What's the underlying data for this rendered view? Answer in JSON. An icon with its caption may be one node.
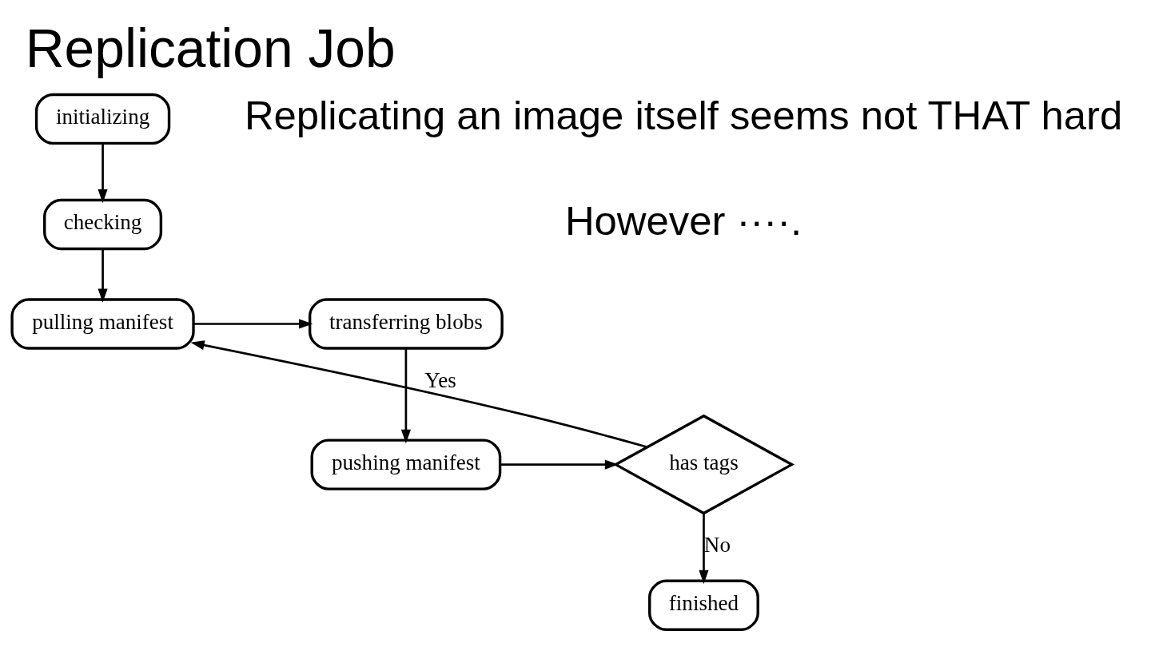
{
  "diagram": {
    "title": "Replication Job",
    "nodes": [
      {
        "text": [
          "initializing"
        ]
      },
      {
        "text": [
          "checking"
        ]
      },
      {
        "text": [
          "pulling manifest"
        ]
      },
      {
        "text": [
          "transferring blobs"
        ]
      },
      {
        "text": [
          "pushing manifest"
        ]
      },
      {
        "text": [
          "has tags"
        ]
      },
      {
        "text": [
          "finished"
        ]
      }
    ],
    "edges": [
      {
        "from": 0,
        "to": 1,
        "arrow": "to"
      },
      {
        "from": 1,
        "to": 2,
        "arrow": "to"
      },
      {
        "from": 2,
        "to": 3,
        "arrow": "to"
      },
      {
        "from": 3,
        "to": 4,
        "arrow": "to"
      },
      {
        "from": 4,
        "to": 5,
        "arrow": "to"
      },
      {
        "from": 5,
        "to": 2,
        "arrow": "to",
        "label": "Yes"
      },
      {
        "from": 5,
        "to": 6,
        "arrow": "to",
        "label": "No"
      }
    ],
    "labels": [
      "Replicating an image itself seems not THAT hard",
      "However ····."
    ]
  }
}
